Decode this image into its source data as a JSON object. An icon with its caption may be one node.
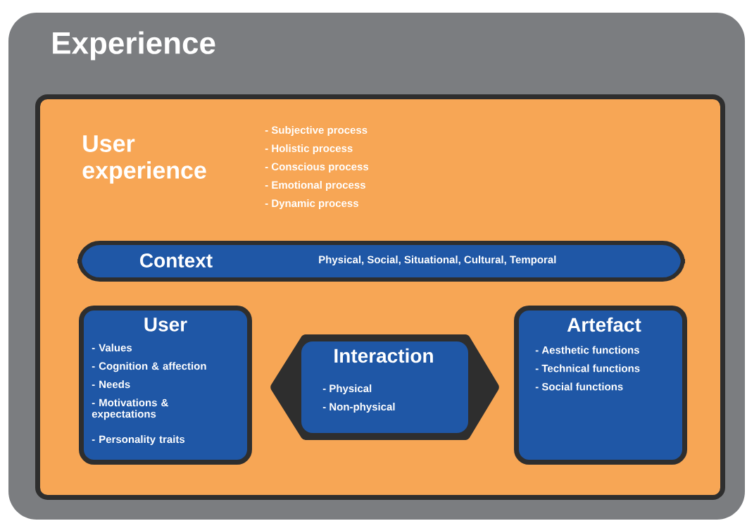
{
  "diagram": {
    "nodes": [
      {
        "text": [
          "Experience"
        ]
      },
      {
        "text": [
          "User experience",
          "- Subjective process",
          "- Holistic process",
          "- Conscious process",
          "- Emotional process",
          "- Dynamic process"
        ],
        "in": 0
      },
      {
        "text": [
          "Context",
          "Physical, Social, Situational, Cultural, Temporal"
        ],
        "in": 1
      },
      {
        "text": [
          "User",
          "- Values",
          "- Cognition & affection",
          "- Needs",
          "- Motivations & expectations",
          "- Personality traits"
        ],
        "in": 1
      },
      {
        "text": [
          "Interaction",
          "- Physical",
          "- Non-physical"
        ],
        "in": 1
      },
      {
        "text": [
          "Artefact",
          "- Aesthetic functions",
          "- Technical functions",
          "- Social functions"
        ],
        "in": 1
      }
    ]
  }
}
